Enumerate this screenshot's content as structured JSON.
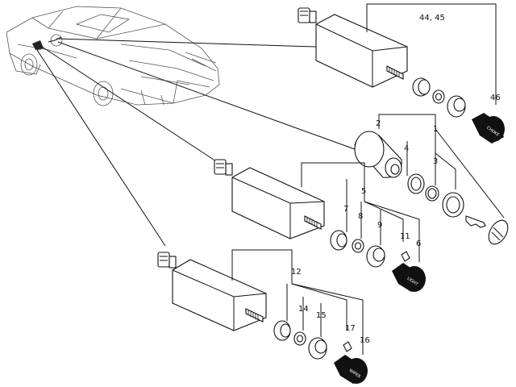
{
  "callouts": {
    "c1": "1",
    "c2": "2",
    "c3": "3",
    "c4": "4",
    "c5": "5",
    "c6": "6",
    "c7": "7",
    "c8": "8",
    "c9": "9",
    "c11": "11",
    "c12": "12",
    "c14": "14",
    "c15": "15",
    "c16": "16",
    "c17": "17",
    "c4445": "44, 45",
    "c46": "46"
  },
  "knob_labels": {
    "choke": "CHOKE",
    "light": "LIGHT",
    "wiper": "WIPER"
  }
}
